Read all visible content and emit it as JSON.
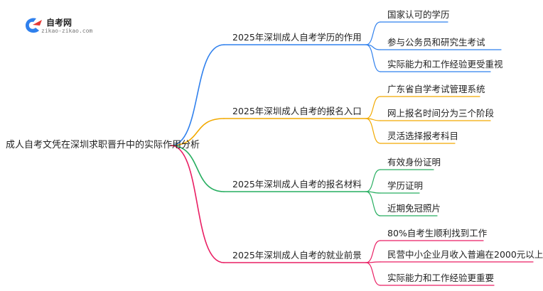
{
  "logo": {
    "name": "自考网",
    "url": "zikao-zikao.com"
  },
  "root": {
    "label": "成人自考文凭在深圳求职晋升中的实际作用分析"
  },
  "branches": [
    {
      "label": "2025年深圳成人自考学历的作用",
      "color": "#2f80ed",
      "leaves": [
        "国家认可的学历",
        "参与公务员和研究生考试",
        "实际能力和工作经验更受重视"
      ]
    },
    {
      "label": "2025年深圳成人自考的报名入口",
      "color": "#f2a900",
      "leaves": [
        "广东省自学考试管理系统",
        "网上报名时间分为三个阶段",
        "灵活选择报考科目"
      ]
    },
    {
      "label": "2025年深圳成人自考的报名材料",
      "color": "#27ae60",
      "leaves": [
        "有效身份证明",
        "学历证明",
        "近期免冠照片"
      ]
    },
    {
      "label": "2025年深圳成人自考的就业前景",
      "color": "#e91e63",
      "leaves": [
        "80%自考生顺利找到工作",
        "民营中小企业月收入普遍在2000元以上",
        "实际能力和工作经验更重要"
      ]
    }
  ]
}
